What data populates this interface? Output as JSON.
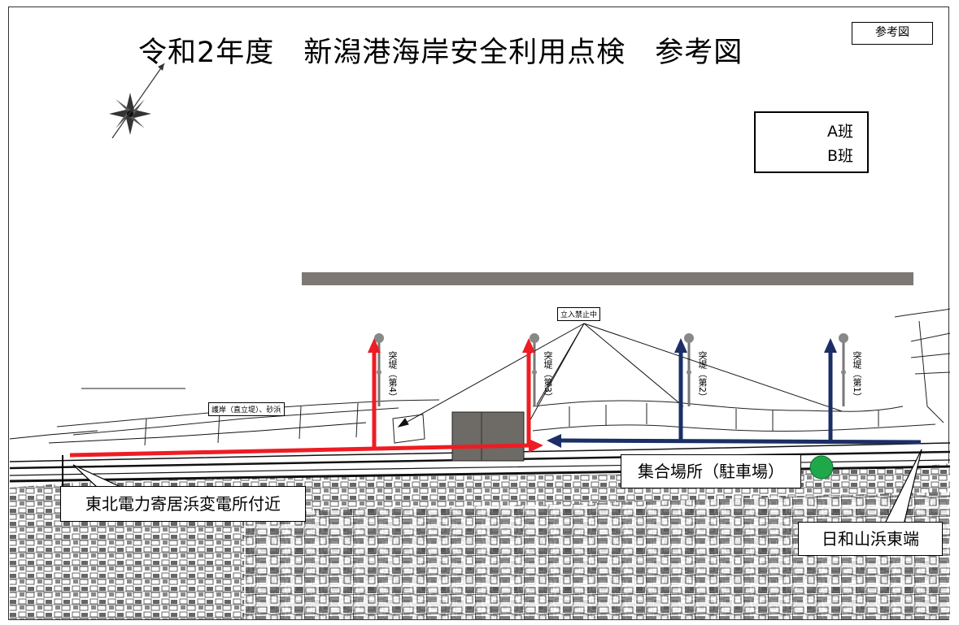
{
  "title": "令和2年度　新潟港海岸安全利用点検　参考図",
  "reference_label": "参考図",
  "legend": {
    "team_a": {
      "label": "A班",
      "color": "#1b2f66"
    },
    "team_b": {
      "label": "B班",
      "color": "#ee1c24"
    }
  },
  "callouts": {
    "start_west": "東北電力寄居浜変電所付近",
    "assembly_point": "集合場所（駐車場）",
    "east_end": "日和山浜東端"
  },
  "map_labels": {
    "no_entry": "立入禁止中",
    "seawall": "護岸（直立堤）、砂浜",
    "groin_4": "突堤（第4）",
    "groin_3": "突堤（第3）",
    "groin_2": "突堤（第2）",
    "groin_1": "突堤（第1）"
  },
  "colors": {
    "breakwater": "#7d7873",
    "assembly_marker": "#1fa84a",
    "map_line": "#222222"
  },
  "icons": {
    "compass": "compass-rose-icon"
  }
}
